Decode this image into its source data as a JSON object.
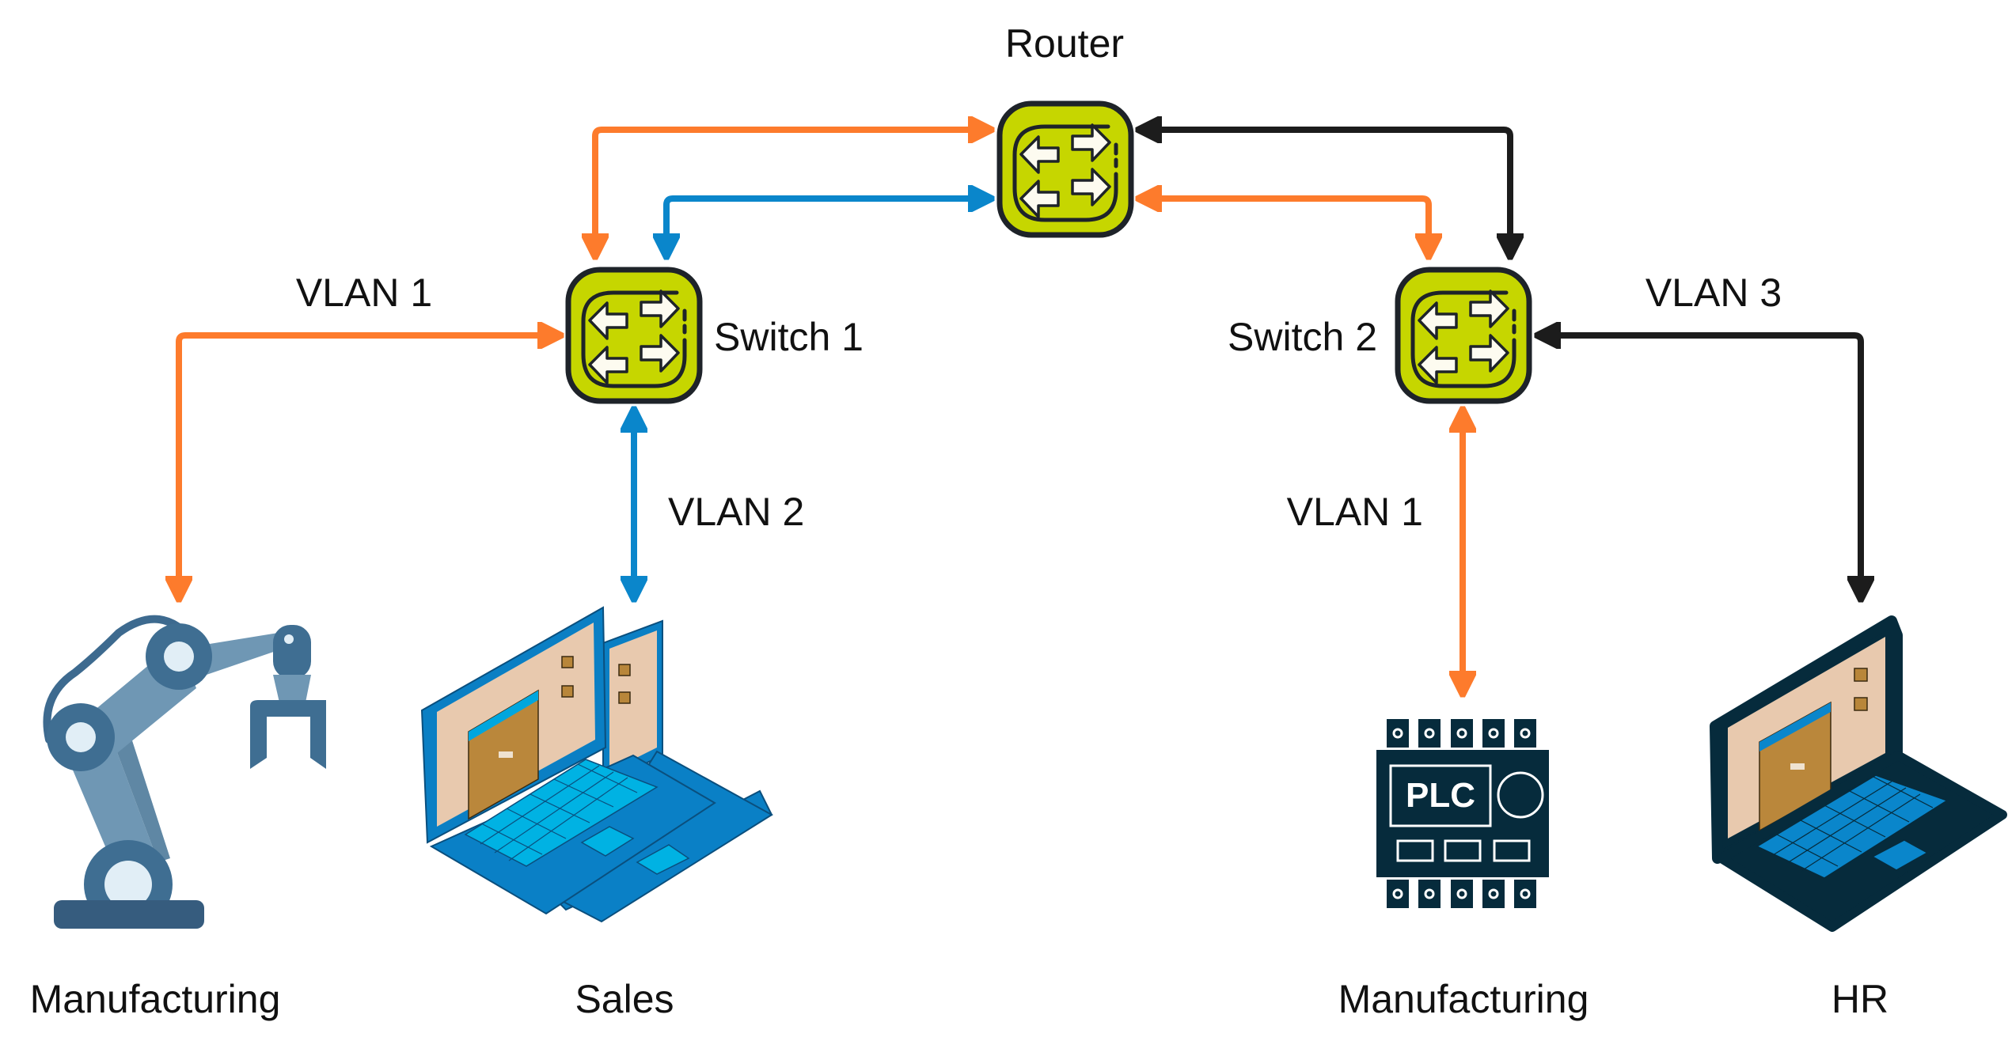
{
  "diagram": {
    "title": "VLAN network topology",
    "colors": {
      "vlan1": "#FD7B2C",
      "vlan2": "#0A86CB",
      "vlan3": "#1C1C1C",
      "device_body": "#C6D600",
      "device_outline": "#1E2329",
      "arrow_fill": "#FDFBF0"
    },
    "nodes": {
      "router": {
        "label": "Router",
        "type": "router",
        "icon": "router-icon"
      },
      "switch1": {
        "label": "Switch 1",
        "type": "switch",
        "icon": "switch-icon"
      },
      "switch2": {
        "label": "Switch 2",
        "type": "switch",
        "icon": "switch-icon"
      }
    },
    "endpoints": [
      {
        "label": "Manufacturing",
        "icon": "robot-arm-icon",
        "vlan": "VLAN 1",
        "connected_to": "Switch 1"
      },
      {
        "label": "Sales",
        "icon": "laptops-icon",
        "vlan": "VLAN 2",
        "connected_to": "Switch 1"
      },
      {
        "label": "Manufacturing",
        "icon": "plc-icon",
        "vlan": "VLAN 1",
        "connected_to": "Switch 2"
      },
      {
        "label": "HR",
        "icon": "laptop-icon",
        "vlan": "VLAN 3",
        "connected_to": "Switch 2"
      }
    ],
    "vlan_labels": {
      "switch1_manufacturing": "VLAN 1",
      "switch1_sales": "VLAN 2",
      "switch2_manufacturing": "VLAN 1",
      "switch2_hr": "VLAN 3"
    },
    "links": [
      {
        "from": "Switch 1",
        "to": "Router",
        "vlan": "VLAN 1",
        "color": "orange"
      },
      {
        "from": "Switch 1",
        "to": "Router",
        "vlan": "VLAN 2",
        "color": "blue"
      },
      {
        "from": "Switch 2",
        "to": "Router",
        "vlan": "VLAN 1",
        "color": "orange"
      },
      {
        "from": "Switch 2",
        "to": "Router",
        "vlan": "VLAN 3",
        "color": "black"
      },
      {
        "from": "Switch 1",
        "to": "Manufacturing",
        "vlan": "VLAN 1",
        "color": "orange"
      },
      {
        "from": "Switch 1",
        "to": "Sales",
        "vlan": "VLAN 2",
        "color": "blue"
      },
      {
        "from": "Switch 2",
        "to": "Manufacturing",
        "vlan": "VLAN 1",
        "color": "orange"
      },
      {
        "from": "Switch 2",
        "to": "HR",
        "vlan": "VLAN 3",
        "color": "black"
      }
    ],
    "plc_text": "PLC"
  }
}
